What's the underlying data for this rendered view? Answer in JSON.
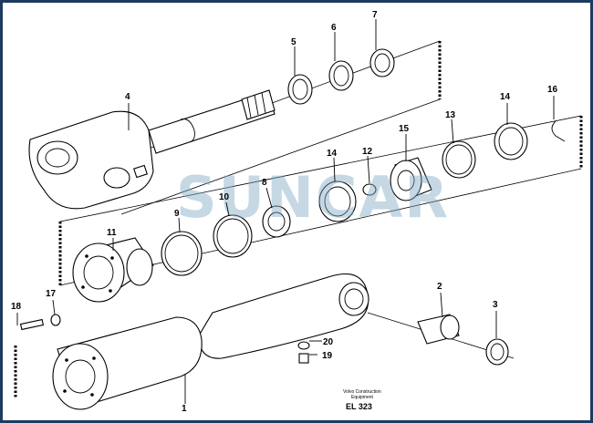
{
  "watermark": "SUNCAR",
  "caption": {
    "line1": "Volvo Construction",
    "line2": "Equipment",
    "code": "EL 323"
  },
  "callouts": {
    "p1": "1",
    "p2": "2",
    "p3": "3",
    "p4": "4",
    "p5": "5",
    "p6": "6",
    "p7": "7",
    "p8": "8",
    "p9": "9",
    "p10": "10",
    "p11": "11",
    "p12": "12",
    "p13": "13",
    "p14a": "14",
    "p14b": "14",
    "p15": "15",
    "p16": "16",
    "p17": "17",
    "p18": "18",
    "p19": "19",
    "p20": "20"
  },
  "colors": {
    "border": "#1f3a5f",
    "watermark": "#7fa9c4"
  }
}
